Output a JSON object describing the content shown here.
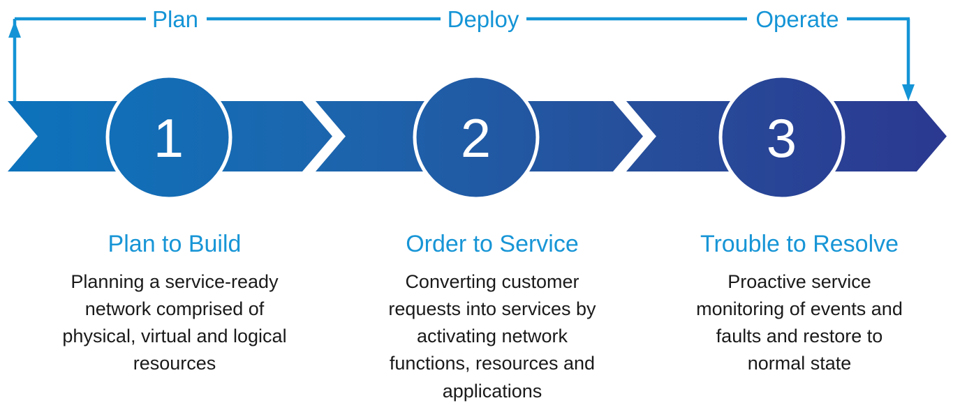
{
  "colors": {
    "line": "#1494d6",
    "heading": "#1795d6",
    "body_text": "#1a1a1a",
    "circle_ring": "#ffffff",
    "number_text": "#ffffff",
    "band_stops": [
      "#0c73bc",
      "#1b66ae",
      "#264f9b",
      "#2b3890"
    ]
  },
  "stages": [
    {
      "label": "Plan"
    },
    {
      "label": "Deploy"
    },
    {
      "label": "Operate"
    }
  ],
  "phases": [
    {
      "number": "1",
      "title": "Plan to Build",
      "description": "Planning a service-ready\nnetwork comprised of\nphysical, virtual and logical\nresources"
    },
    {
      "number": "2",
      "title": "Order to Service",
      "description": "Converting customer\nrequests into services by\nactivating network\nfunctions, resources and\napplications"
    },
    {
      "number": "3",
      "title": "Trouble to Resolve",
      "description": "Proactive service\nmonitoring of events and\nfaults and restore to\nnormal state"
    }
  ]
}
